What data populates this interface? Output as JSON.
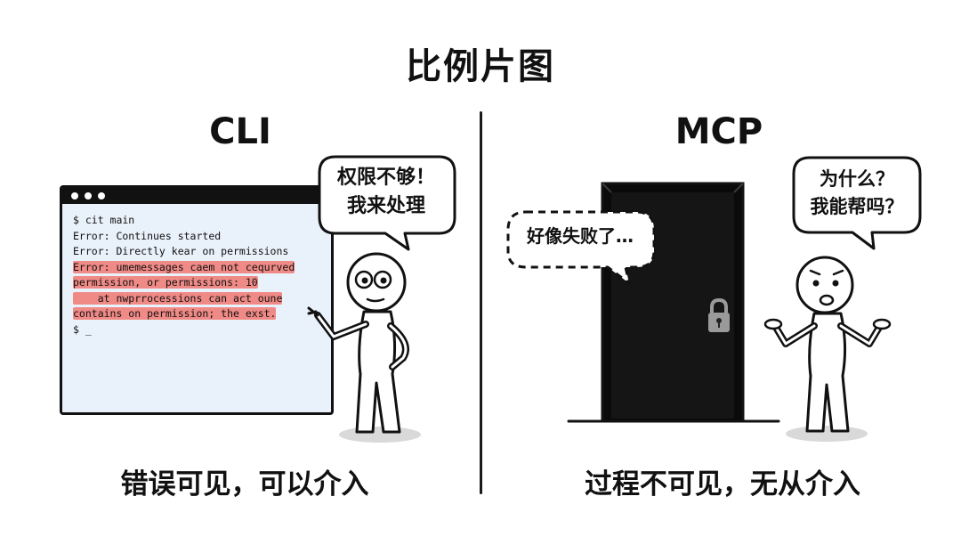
{
  "title": "比例片图",
  "cli": {
    "heading": "CLI",
    "terminal": {
      "lines": [
        "$ cit main",
        "Error: Continues started",
        "Error: Directly kear on permissions"
      ],
      "highlighted_lines": [
        "Error: umemessages caem not cequrved",
        "permission, or permissions: 10",
        "    at nwprrocessions can act oune",
        "contains on permission; the exst."
      ],
      "prompt": "$ _"
    },
    "speech": [
      "权限不够！",
      "我来处理"
    ],
    "caption": "错误可见，可以介入"
  },
  "mcp": {
    "heading": "MCP",
    "thought": "好像失败了…",
    "speech": [
      "为什么？",
      "我能帮吗？"
    ],
    "caption": "过程不可见，无从介入"
  },
  "colors": {
    "highlight": "#f08a86",
    "terminal_bg": "#e9f1fb",
    "door": "#0a0a0a"
  }
}
